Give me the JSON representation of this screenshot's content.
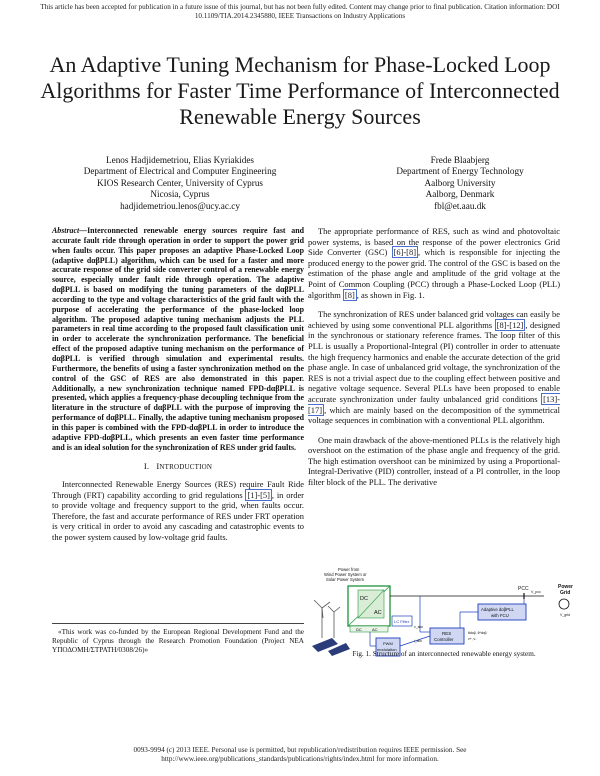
{
  "header": {
    "line1": "This article has been accepted for publication in a future issue of this journal, but has not been fully edited. Content may change prior to final publication. Citation information: DOI",
    "line2": "10.1109/TIA.2014.2345880, IEEE Transactions on Industry Applications"
  },
  "title": "An Adaptive Tuning Mechanism for Phase-Locked Loop Algorithms for Faster Time Performance of Interconnected Renewable Energy Sources",
  "authors_left": {
    "names": "Lenos Hadjidemetriou, Elias Kyriakides",
    "dept": "Department of Electrical and Computer Engineering",
    "center": "KIOS Research Center, University of Cyprus",
    "city": "Nicosia, Cyprus",
    "email": "hadjidemetriou.lenos@ucy.ac.cy"
  },
  "authors_right": {
    "names": "Frede Blaabjerg",
    "dept": "Department of Energy Technology",
    "univ": "Aalborg University",
    "city": "Aalborg, Denmark",
    "email": "fbl@et.aau.dk"
  },
  "abstract": {
    "label": "Abstract",
    "text": "—Interconnected renewable energy sources require fast and accurate fault ride through operation in order to support the power grid when faults occur. This paper proposes an adaptive Phase-Locked Loop (adaptive dαβPLL) algorithm, which can be used for a faster and more accurate response of the grid side converter control of a renewable energy source, especially under fault ride through operation. The adaptive dαβPLL is based on modifying the tuning parameters of the dαβPLL according to the type and voltage characteristics of the grid fault with the purpose of accelerating the performance of the phase-locked loop algorithm. The proposed adaptive tuning mechanism adjusts the PLL parameters in real time according to the proposed fault classification unit in order to accelerate the synchronization performance. The beneficial effect of the proposed adaptive tuning mechanism on the performance of dαβPLL is verified through simulation and experimental results. Furthermore, the benefits of using a faster synchronization method on the control of the GSC of RES are also demonstrated in this paper. Additionally, a new synchronization technique named FPD-dαβPLL is presented, which applies a frequency-phase decoupling technique from the literature in the structure of dαβPLL with the purpose of improving the performance of dαβPLL. Finally, the adaptive tuning mechanism proposed in this paper is combined with the FPD-dαβPLL in order to introduce the adaptive FPD-dαβPLL, which presents an even faster time performance and is an ideal solution for the synchronization of RES under grid faults."
  },
  "section1": {
    "num": "I.",
    "title_cap": "I",
    "title_rest": "NTRODUCTION"
  },
  "intro_para": {
    "a": "Interconnected Renewable Energy Sources (RES) require Fault Ride Through (FRT) capability according to grid regulations ",
    "ref": "[1]-[5]",
    "b": ", in order to provide voltage and frequency support to the grid, when faults occur. Therefore, the fast and accurate performance of RES under FRT operation is very critical in order to avoid any cascading and catastrophic events to the power system caused by low-voltage grid faults."
  },
  "footnote": "«This work was co-funded by the European Regional Development Fund and the Republic of Cyprus through the Research Promotion Foundation (Project NEA ΥΠΟΔΟΜΗ/ΣΤΡΑΤΗ/0308/26)»",
  "right_paras": {
    "p1a": "The appropriate performance of RES, such as wind and photovoltaic power systems, is based on the response of the power electronics Grid Side Converter (GSC) ",
    "p1ref1": "[6]-[8]",
    "p1b": ", which is responsible for injecting the produced energy to the power grid. The control of the GSC is based on the estimation of the phase angle and amplitude of the grid voltage at the Point of Common Coupling (PCC) through a Phase-Locked Loop (PLL) algorithm ",
    "p1ref2": "[8]",
    "p1c": ", as shown in Fig. 1.",
    "p2a": "The synchronization of RES under balanced grid voltages can easily be achieved by using some conventional PLL algorithms ",
    "p2ref1": "[8]-[12]",
    "p2b": ", designed in the synchronous or stationary reference frames. The loop filter of this PLL is usually a Proportional-Integral (PI) controller in order to attenuate the high frequency harmonics and enable the accurate detection of the grid phase angle. In case of unbalanced grid voltage, the synchronization of the RES is not a trivial aspect due to the coupling effect between positive and negative voltage sequence. Several PLLs have been proposed to enable accurate synchronization under faulty unbalanced grid conditions ",
    "p2ref2": "[13]-[17]",
    "p2c": ", which are mainly based on the decomposition of the symmetrical voltage sequences in combination with a conventional PLL algorithm.",
    "p3": "One main drawback of the above-mentioned PLLs is the relatively high overshoot on the estimation of the phase angle and frequency of the grid. The high estimation overshoot can be minimized by using a Proportional-Integral-Derivative (PID) controller, instead of a PI controller, in the loop filter block of the PLL. The derivative"
  },
  "figure": {
    "power_from": "Power from",
    "wind_pv": "Wind Power System or",
    "solar": "Solar Power System",
    "dc": "DC",
    "ac": "AC",
    "dc_lower": "DC",
    "ac_lower": "AC",
    "lc_filter": "LC Filter",
    "pcc": "PCC",
    "power_grid1": "Power",
    "power_grid2": "Grid",
    "adaptive1": "Adaptive dαβPLL",
    "adaptive2": "with FCU",
    "res1": "RES",
    "res2": "Controller",
    "pwm1": "PWM",
    "pwm2": "modulation",
    "vabc": "v_abc",
    "iabc": "i_abc",
    "vpcc": "V_pcc",
    "vgrid": "V_grid",
    "theta": "θ+, θ-",
    "vpm": "v+, v-",
    "out1": "θdαβ, θ*dαβ",
    "out2": "v+, v-",
    "caption": "Fig. 1.  Structure of an interconnected renewable energy system."
  },
  "footer": {
    "line1": "0093-9994 (c) 2013 IEEE. Personal use is permitted, but republication/redistribution requires IEEE permission. See",
    "line2": "http://www.ieee.org/publications_standards/publications/rights/index.html for more information."
  },
  "colors": {
    "figure_green": "#2e9b46",
    "figure_blue": "#1f3fbf",
    "ref_box": "#4a6fd0"
  }
}
